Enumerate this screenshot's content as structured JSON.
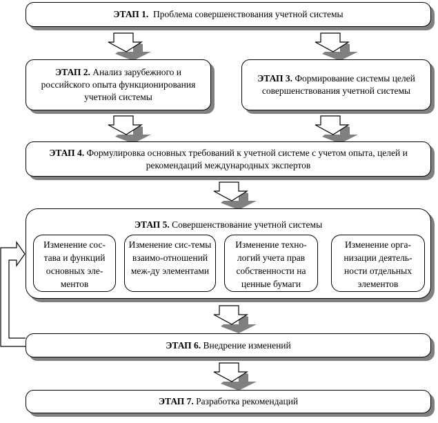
{
  "stages": [
    {
      "label": "ЭТАП 1.",
      "text": "Проблема совершенствования учетной системы"
    },
    {
      "label": "ЭТАП 2.",
      "text": "Анализ зарубежного и российского опыта функционирования учетной  системы"
    },
    {
      "label": "ЭТАП 3.",
      "text": "Формирование системы целей совершенствования учетной системы"
    },
    {
      "label": "ЭТАП 4.",
      "text": "Формулировка основных требований к учетной системе с учетом опыта, целей и рекомендаций международных экспертов"
    },
    {
      "label": "ЭТАП 5.",
      "text": "Совершенствование учетной системы"
    },
    {
      "label": "ЭТАП 6.",
      "text": "Внедрение изменений"
    },
    {
      "label": "ЭТАП 7.",
      "text": "Разработка рекомендаций"
    }
  ],
  "stage5_items": [
    "Изменение сос-тава и функций основных эле-ментов",
    "Изменение сис-темы взаимо-отношений меж-ду элементами",
    "Изменение техно-логий учета прав собственности на ценные бумаги",
    "Изменение орга-низации деятель-ности отдельных элементов"
  ]
}
